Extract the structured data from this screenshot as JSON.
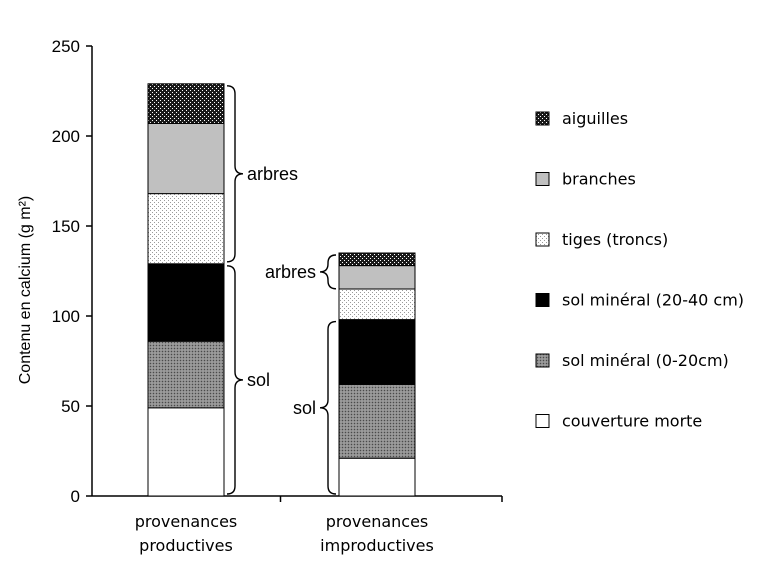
{
  "chart_data": {
    "type": "bar",
    "stacked": true,
    "title": "",
    "xlabel": "",
    "ylabel": "Contenu en calcium (g m²)",
    "ylim": [
      0,
      250
    ],
    "yticks": [
      0,
      50,
      100,
      150,
      200,
      250
    ],
    "grid": false,
    "legend_position": "right",
    "categories": [
      [
        "provenances",
        "productives"
      ],
      [
        "provenances",
        "improductives"
      ]
    ],
    "series": [
      {
        "name": "couverture morte",
        "pattern": "solid-white",
        "values": [
          49,
          21
        ]
      },
      {
        "name": "sol minéral (0-20cm)",
        "pattern": "dense-grey-dots",
        "values": [
          37,
          41
        ]
      },
      {
        "name": "sol minéral (20-40 cm)",
        "pattern": "solid-black",
        "values": [
          43,
          36
        ]
      },
      {
        "name": "tiges (troncs)",
        "pattern": "light-dots",
        "values": [
          39,
          17
        ]
      },
      {
        "name": "branches",
        "pattern": "solid-light-grey",
        "values": [
          39,
          13
        ]
      },
      {
        "name": "aiguilles",
        "pattern": "dark-dots",
        "values": [
          22,
          7
        ]
      }
    ],
    "annotations": [
      {
        "text": "arbres",
        "category": 0,
        "from": 129,
        "to": 229
      },
      {
        "text": "sol",
        "category": 0,
        "from": 0,
        "to": 129
      },
      {
        "text": "arbres",
        "category": 1,
        "from": 114,
        "to": 135
      },
      {
        "text": "sol",
        "category": 1,
        "from": 0,
        "to": 98
      }
    ]
  }
}
